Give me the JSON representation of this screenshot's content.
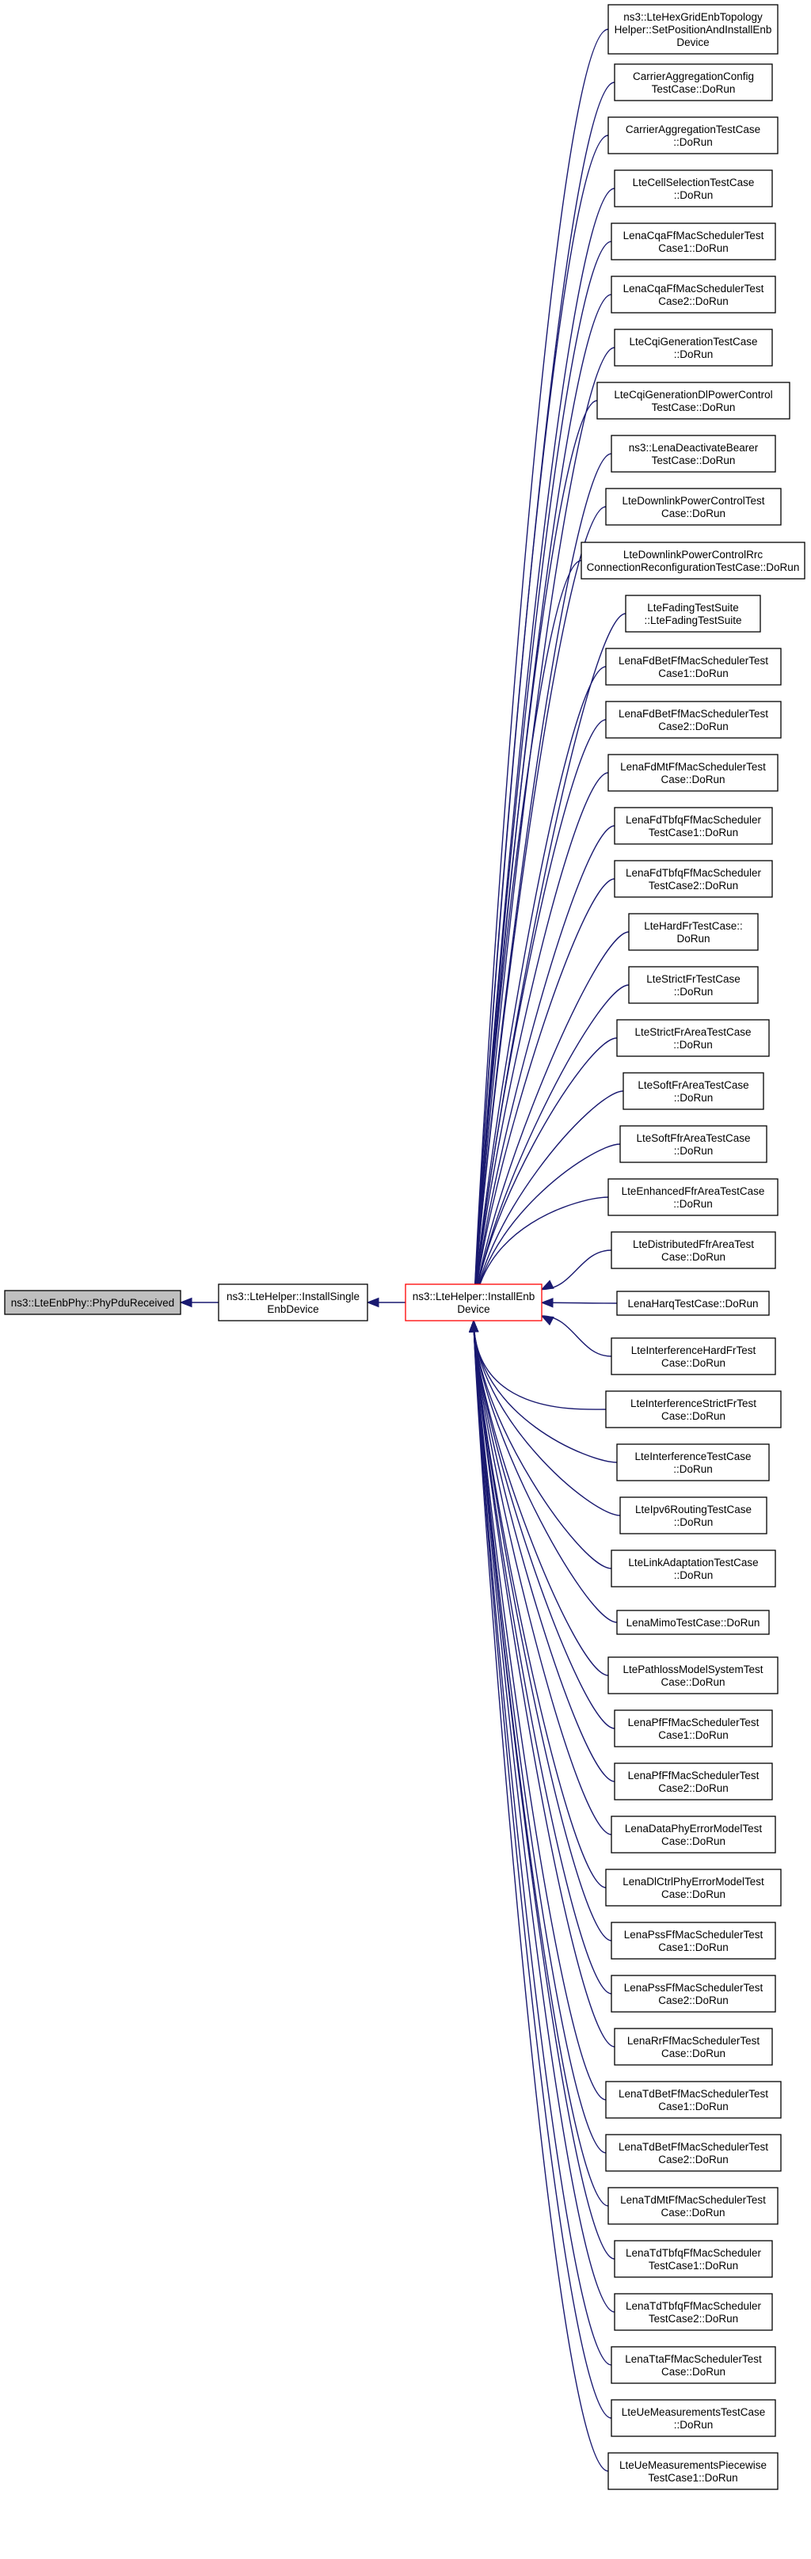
{
  "colors": {
    "edge": "#191970",
    "node_border": "#000000",
    "focus_border": "#ff0000",
    "root_fill": "#bfbfbf",
    "node_fill": "#ffffff"
  },
  "root": {
    "lines": [
      "ns3::LteEnbPhy::PhyPduReceived"
    ]
  },
  "middle": {
    "lines": [
      "ns3::LteHelper::InstallSingle",
      "EnbDevice"
    ]
  },
  "focus": {
    "lines": [
      "ns3::LteHelper::InstallEnb",
      "Device"
    ]
  },
  "callers": [
    {
      "lines": [
        "ns3::LteHexGridEnbTopology",
        "Helper::SetPositionAndInstallEnb",
        "Device"
      ]
    },
    {
      "lines": [
        "CarrierAggregationConfig",
        "TestCase::DoRun"
      ]
    },
    {
      "lines": [
        "CarrierAggregationTestCase",
        "::DoRun"
      ]
    },
    {
      "lines": [
        "LteCellSelectionTestCase",
        "::DoRun"
      ]
    },
    {
      "lines": [
        "LenaCqaFfMacSchedulerTest",
        "Case1::DoRun"
      ]
    },
    {
      "lines": [
        "LenaCqaFfMacSchedulerTest",
        "Case2::DoRun"
      ]
    },
    {
      "lines": [
        "LteCqiGenerationTestCase",
        "::DoRun"
      ]
    },
    {
      "lines": [
        "LteCqiGenerationDlPowerControl",
        "TestCase::DoRun"
      ]
    },
    {
      "lines": [
        "ns3::LenaDeactivateBearer",
        "TestCase::DoRun"
      ]
    },
    {
      "lines": [
        "LteDownlinkPowerControlTest",
        "Case::DoRun"
      ]
    },
    {
      "lines": [
        "LteDownlinkPowerControlRrc",
        "ConnectionReconfigurationTestCase::DoRun"
      ]
    },
    {
      "lines": [
        "LteFadingTestSuite",
        "::LteFadingTestSuite"
      ]
    },
    {
      "lines": [
        "LenaFdBetFfMacSchedulerTest",
        "Case1::DoRun"
      ]
    },
    {
      "lines": [
        "LenaFdBetFfMacSchedulerTest",
        "Case2::DoRun"
      ]
    },
    {
      "lines": [
        "LenaFdMtFfMacSchedulerTest",
        "Case::DoRun"
      ]
    },
    {
      "lines": [
        "LenaFdTbfqFfMacScheduler",
        "TestCase1::DoRun"
      ]
    },
    {
      "lines": [
        "LenaFdTbfqFfMacScheduler",
        "TestCase2::DoRun"
      ]
    },
    {
      "lines": [
        "LteHardFrTestCase::",
        "DoRun"
      ]
    },
    {
      "lines": [
        "LteStrictFrTestCase",
        "::DoRun"
      ]
    },
    {
      "lines": [
        "LteStrictFrAreaTestCase",
        "::DoRun"
      ]
    },
    {
      "lines": [
        "LteSoftFrAreaTestCase",
        "::DoRun"
      ]
    },
    {
      "lines": [
        "LteSoftFfrAreaTestCase",
        "::DoRun"
      ]
    },
    {
      "lines": [
        "LteEnhancedFfrAreaTestCase",
        "::DoRun"
      ]
    },
    {
      "lines": [
        "LteDistributedFfrAreaTest",
        "Case::DoRun"
      ]
    },
    {
      "lines": [
        "LenaHarqTestCase::DoRun"
      ]
    },
    {
      "lines": [
        "LteInterferenceHardFrTest",
        "Case::DoRun"
      ]
    },
    {
      "lines": [
        "LteInterferenceStrictFrTest",
        "Case::DoRun"
      ]
    },
    {
      "lines": [
        "LteInterferenceTestCase",
        "::DoRun"
      ]
    },
    {
      "lines": [
        "LteIpv6RoutingTestCase",
        "::DoRun"
      ]
    },
    {
      "lines": [
        "LteLinkAdaptationTestCase",
        "::DoRun"
      ]
    },
    {
      "lines": [
        "LenaMimoTestCase::DoRun"
      ]
    },
    {
      "lines": [
        "LtePathlossModelSystemTest",
        "Case::DoRun"
      ]
    },
    {
      "lines": [
        "LenaPfFfMacSchedulerTest",
        "Case1::DoRun"
      ]
    },
    {
      "lines": [
        "LenaPfFfMacSchedulerTest",
        "Case2::DoRun"
      ]
    },
    {
      "lines": [
        "LenaDataPhyErrorModelTest",
        "Case::DoRun"
      ]
    },
    {
      "lines": [
        "LenaDlCtrlPhyErrorModelTest",
        "Case::DoRun"
      ]
    },
    {
      "lines": [
        "LenaPssFfMacSchedulerTest",
        "Case1::DoRun"
      ]
    },
    {
      "lines": [
        "LenaPssFfMacSchedulerTest",
        "Case2::DoRun"
      ]
    },
    {
      "lines": [
        "LenaRrFfMacSchedulerTest",
        "Case::DoRun"
      ]
    },
    {
      "lines": [
        "LenaTdBetFfMacSchedulerTest",
        "Case1::DoRun"
      ]
    },
    {
      "lines": [
        "LenaTdBetFfMacSchedulerTest",
        "Case2::DoRun"
      ]
    },
    {
      "lines": [
        "LenaTdMtFfMacSchedulerTest",
        "Case::DoRun"
      ]
    },
    {
      "lines": [
        "LenaTdTbfqFfMacScheduler",
        "TestCase1::DoRun"
      ]
    },
    {
      "lines": [
        "LenaTdTbfqFfMacScheduler",
        "TestCase2::DoRun"
      ]
    },
    {
      "lines": [
        "LenaTtaFfMacSchedulerTest",
        "Case::DoRun"
      ]
    },
    {
      "lines": [
        "LteUeMeasurementsTestCase",
        "::DoRun"
      ]
    },
    {
      "lines": [
        "LteUeMeasurementsPiecewise",
        "TestCase1::DoRun"
      ]
    }
  ]
}
